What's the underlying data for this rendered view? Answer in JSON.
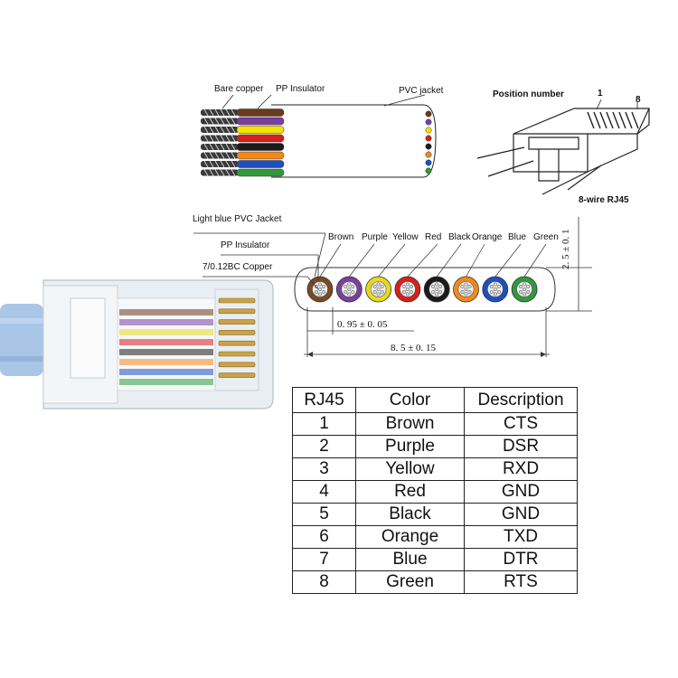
{
  "top_left_diagram": {
    "label_bare_copper": "Bare copper",
    "label_pp_insulator": "PP Insulator",
    "label_pvc_jacket": "PVC jacket",
    "wire_colors": [
      "#6b3a1e",
      "#7b3fa0",
      "#f2e400",
      "#d7201c",
      "#1a1a1a",
      "#f08a1c",
      "#1f4fbf",
      "#2f9a3a"
    ]
  },
  "top_right_diagram": {
    "position_number_label": "Position number",
    "pin_1": "1",
    "pin_8": "8",
    "caption": "8-wire RJ45"
  },
  "cross_section": {
    "label_jacket": "Light blue PVC Jacket",
    "label_insulator": "PP Insulator",
    "label_copper": "7/0.12BC Copper",
    "wire_names": [
      "Brown",
      "Purple",
      "Yellow",
      "Red",
      "Black",
      "Orange",
      "Blue",
      "Green"
    ],
    "wire_colors": [
      "#7a4a22",
      "#7b3fa0",
      "#e9d81c",
      "#d7201c",
      "#1a1a1a",
      "#f08a1c",
      "#1f4fbf",
      "#2f9a3a"
    ],
    "dim_pitch": "0. 95 ± 0. 05",
    "dim_width": "8. 5 ± 0. 15",
    "dim_height": "2. 5 ± 0. 1"
  },
  "connector_photo": {
    "cable_color": "#a9c6e6",
    "wire_colors": [
      "#6b3a1e",
      "#7b3fa0",
      "#e9d81c",
      "#d7201c",
      "#1a1a1a",
      "#f08a1c",
      "#1f4fbf",
      "#2f9a3a"
    ]
  },
  "pin_table": {
    "headers": [
      "RJ45",
      "Color",
      "Description"
    ],
    "rows": [
      {
        "pin": "1",
        "color": "Brown",
        "desc": "CTS"
      },
      {
        "pin": "2",
        "color": "Purple",
        "desc": "DSR"
      },
      {
        "pin": "3",
        "color": "Yellow",
        "desc": "RXD"
      },
      {
        "pin": "4",
        "color": "Red",
        "desc": "GND"
      },
      {
        "pin": "5",
        "color": "Black",
        "desc": "GND"
      },
      {
        "pin": "6",
        "color": "Orange",
        "desc": "TXD"
      },
      {
        "pin": "7",
        "color": "Blue",
        "desc": "DTR"
      },
      {
        "pin": "8",
        "color": "Green",
        "desc": "RTS"
      }
    ]
  }
}
